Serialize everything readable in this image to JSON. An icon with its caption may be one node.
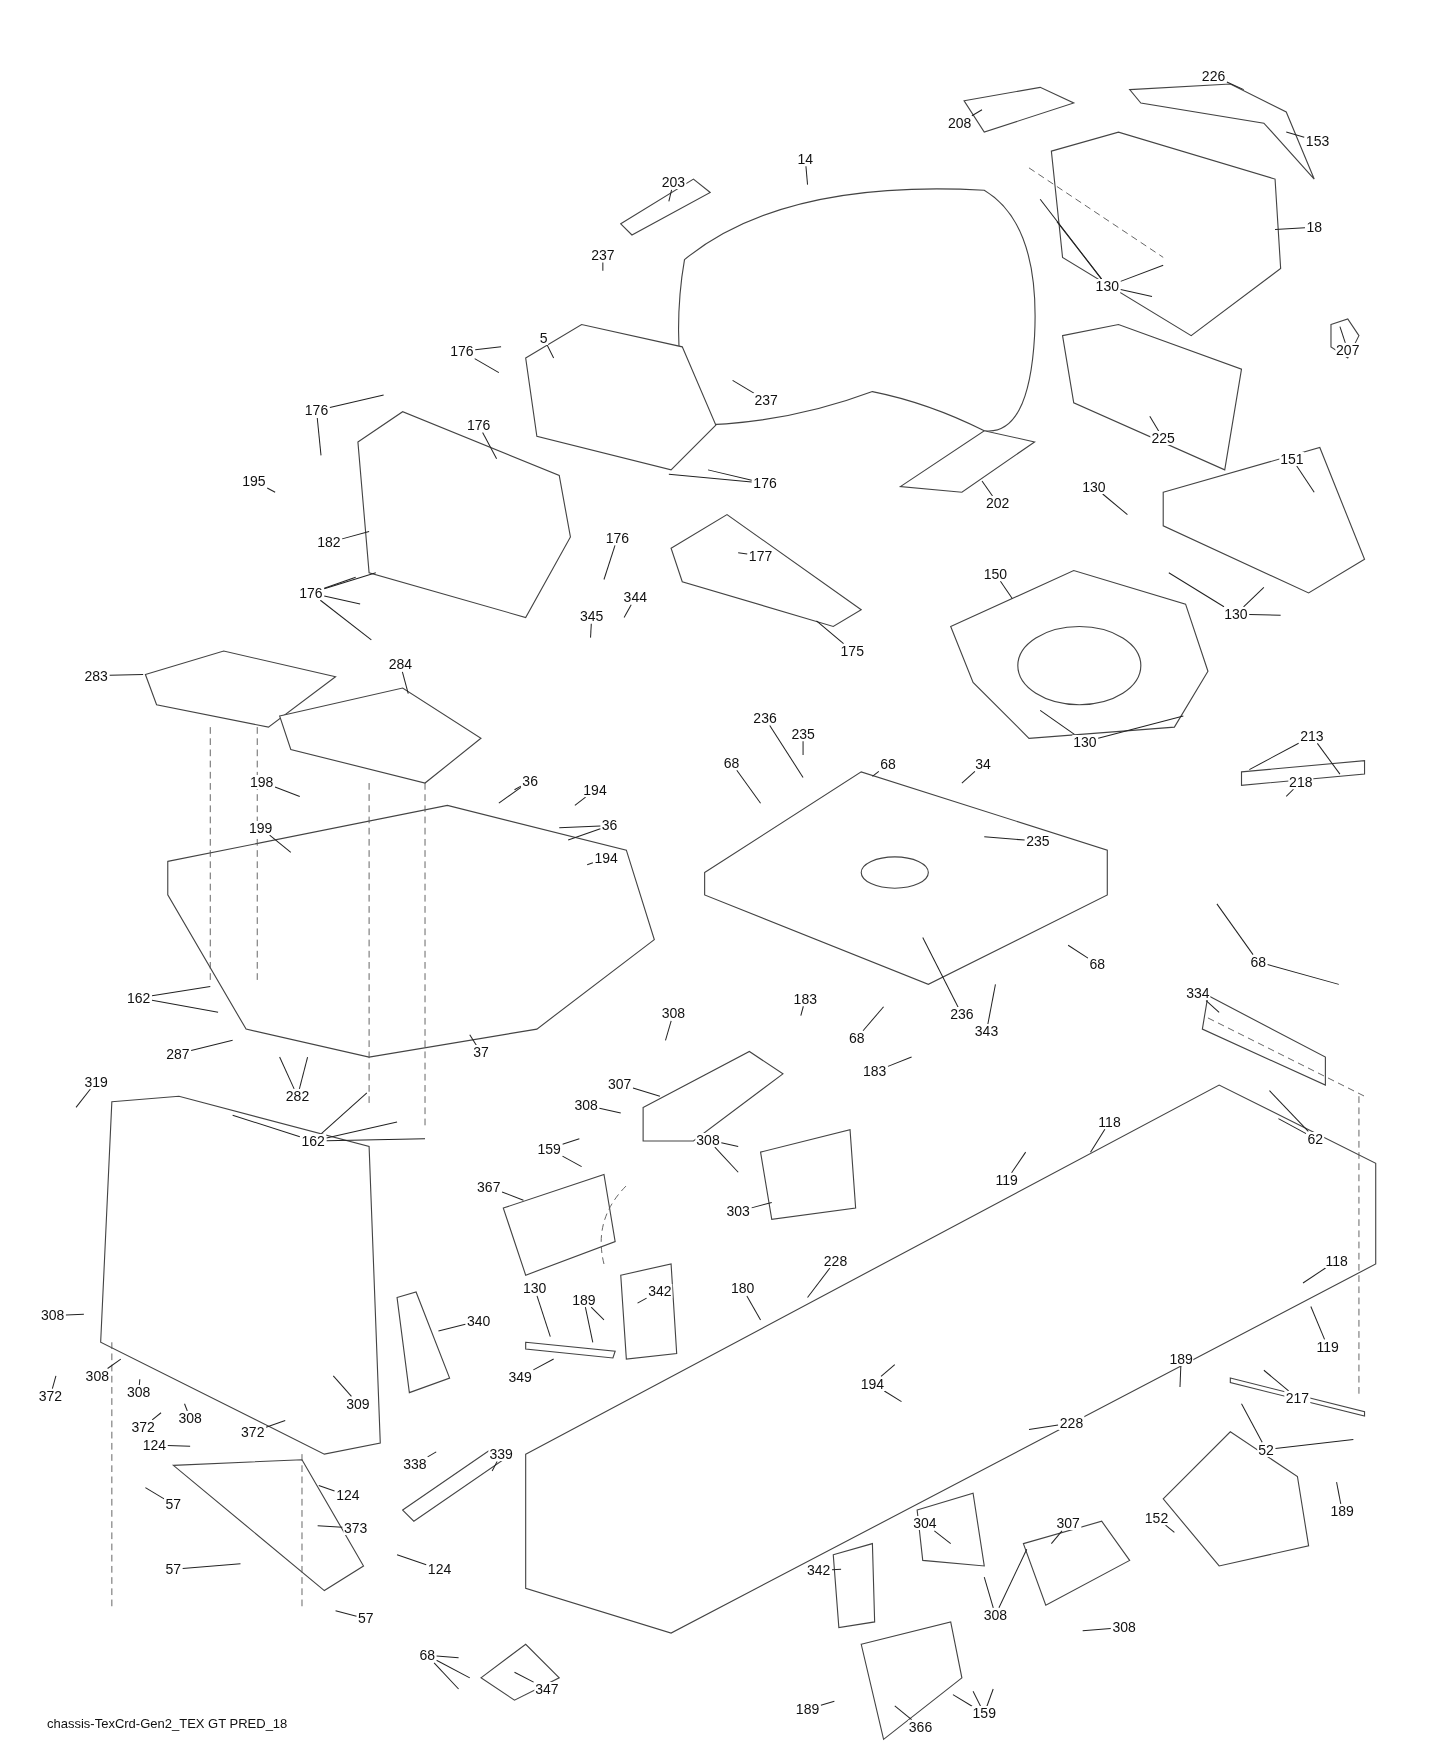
{
  "diagram": {
    "nodes": [
      {
        "text": [
          "208"
        ]
      },
      {
        "text": [
          "226"
        ]
      },
      {
        "text": [
          "153"
        ]
      },
      {
        "text": [
          "203"
        ]
      },
      {
        "text": [
          "14"
        ]
      },
      {
        "text": [
          "18"
        ]
      },
      {
        "text": [
          "237"
        ]
      },
      {
        "text": [
          "130"
        ]
      },
      {
        "text": [
          "207"
        ]
      },
      {
        "text": [
          "5"
        ]
      },
      {
        "text": [
          "176"
        ]
      },
      {
        "text": [
          "237"
        ]
      },
      {
        "text": [
          "176"
        ]
      },
      {
        "text": [
          "176"
        ]
      },
      {
        "text": [
          "176"
        ]
      },
      {
        "text": [
          "195"
        ]
      },
      {
        "text": [
          "225"
        ]
      },
      {
        "text": [
          "182"
        ]
      },
      {
        "text": [
          "202"
        ]
      },
      {
        "text": [
          "151"
        ]
      },
      {
        "text": [
          "130"
        ]
      },
      {
        "text": [
          "176"
        ]
      },
      {
        "text": [
          "177"
        ]
      },
      {
        "text": [
          "176"
        ]
      },
      {
        "text": [
          "175"
        ]
      },
      {
        "text": [
          "130"
        ]
      },
      {
        "text": [
          "150"
        ]
      },
      {
        "text": [
          "345"
        ]
      },
      {
        "text": [
          "344"
        ]
      },
      {
        "text": [
          "283"
        ]
      },
      {
        "text": [
          "284"
        ]
      },
      {
        "text": [
          "130"
        ]
      },
      {
        "text": [
          "213"
        ]
      },
      {
        "text": [
          "235"
        ]
      },
      {
        "text": [
          "236"
        ]
      },
      {
        "text": [
          "68"
        ]
      },
      {
        "text": [
          "68"
        ]
      },
      {
        "text": [
          "34"
        ]
      },
      {
        "text": [
          "198"
        ]
      },
      {
        "text": [
          "194"
        ]
      },
      {
        "text": [
          "36"
        ]
      },
      {
        "text": [
          "36"
        ]
      },
      {
        "text": [
          "194"
        ]
      },
      {
        "text": [
          "199"
        ]
      },
      {
        "text": [
          "218"
        ]
      },
      {
        "text": [
          "235"
        ]
      },
      {
        "text": [
          "68"
        ]
      },
      {
        "text": [
          "68"
        ]
      },
      {
        "text": [
          "343"
        ]
      },
      {
        "text": [
          "236"
        ]
      },
      {
        "text": [
          "162"
        ]
      },
      {
        "text": [
          "183"
        ]
      },
      {
        "text": [
          "68"
        ]
      },
      {
        "text": [
          "287"
        ]
      },
      {
        "text": [
          "37"
        ]
      },
      {
        "text": [
          "183"
        ]
      },
      {
        "text": [
          "334"
        ]
      },
      {
        "text": [
          "308"
        ]
      },
      {
        "text": [
          "282"
        ]
      },
      {
        "text": [
          "319"
        ]
      },
      {
        "text": [
          "307"
        ]
      },
      {
        "text": [
          "308"
        ]
      },
      {
        "text": [
          "162"
        ]
      },
      {
        "text": [
          "308"
        ]
      },
      {
        "text": [
          "62"
        ]
      },
      {
        "text": [
          "118"
        ]
      },
      {
        "text": [
          "119"
        ]
      },
      {
        "text": [
          "159"
        ]
      },
      {
        "text": [
          "367"
        ]
      },
      {
        "text": [
          "303"
        ]
      },
      {
        "text": [
          "228"
        ]
      },
      {
        "text": [
          "118"
        ]
      },
      {
        "text": [
          "180"
        ]
      },
      {
        "text": [
          "130"
        ]
      },
      {
        "text": [
          "189"
        ]
      },
      {
        "text": [
          "342"
        ]
      },
      {
        "text": [
          "308"
        ]
      },
      {
        "text": [
          "340"
        ]
      },
      {
        "text": [
          "119"
        ]
      },
      {
        "text": [
          "349"
        ]
      },
      {
        "text": [
          "308"
        ]
      },
      {
        "text": [
          "194"
        ]
      },
      {
        "text": [
          "372"
        ]
      },
      {
        "text": [
          "308"
        ]
      },
      {
        "text": [
          "217"
        ]
      },
      {
        "text": [
          "189"
        ]
      },
      {
        "text": [
          "372"
        ]
      },
      {
        "text": [
          "308"
        ]
      },
      {
        "text": [
          "309"
        ]
      },
      {
        "text": [
          "52"
        ]
      },
      {
        "text": [
          "372"
        ]
      },
      {
        "text": [
          "228"
        ]
      },
      {
        "text": [
          "124"
        ]
      },
      {
        "text": [
          "339"
        ]
      },
      {
        "text": [
          "338"
        ]
      },
      {
        "text": [
          "124"
        ]
      },
      {
        "text": [
          "57"
        ]
      },
      {
        "text": [
          "373"
        ]
      },
      {
        "text": [
          "304"
        ]
      },
      {
        "text": [
          "307"
        ]
      },
      {
        "text": [
          "152"
        ]
      },
      {
        "text": [
          "57"
        ]
      },
      {
        "text": [
          "124"
        ]
      },
      {
        "text": [
          "342"
        ]
      },
      {
        "text": [
          "57"
        ]
      },
      {
        "text": [
          "189"
        ]
      },
      {
        "text": [
          "308"
        ]
      },
      {
        "text": [
          "308"
        ]
      },
      {
        "text": [
          "68"
        ]
      },
      {
        "text": [
          "347"
        ]
      },
      {
        "text": [
          "189"
        ]
      },
      {
        "text": [
          "159"
        ]
      },
      {
        "text": [
          "366"
        ]
      }
    ],
    "edges": [
      {
        "from": 0,
        "to": null,
        "arrow": "none"
      },
      {
        "from": 1,
        "to": null,
        "arrow": "none"
      },
      {
        "from": 2,
        "to": null,
        "arrow": "none"
      },
      {
        "from": 3,
        "to": null,
        "arrow": "none"
      },
      {
        "from": 4,
        "to": null,
        "arrow": "none"
      },
      {
        "from": 5,
        "to": null,
        "arrow": "none"
      },
      {
        "from": 6,
        "to": null,
        "arrow": "none"
      },
      {
        "from": 7,
        "to": null,
        "arrow": "none"
      },
      {
        "from": 7,
        "to": null,
        "arrow": "none"
      },
      {
        "from": 7,
        "to": null,
        "arrow": "none"
      },
      {
        "from": 7,
        "to": null,
        "arrow": "none"
      },
      {
        "from": 8,
        "to": null,
        "arrow": "none"
      },
      {
        "from": 9,
        "to": null,
        "arrow": "none"
      },
      {
        "from": 10,
        "to": null,
        "arrow": "none"
      },
      {
        "from": 10,
        "to": null,
        "arrow": "none"
      },
      {
        "from": 11,
        "to": null,
        "arrow": "none"
      },
      {
        "from": 12,
        "to": null,
        "arrow": "none"
      },
      {
        "from": 12,
        "to": null,
        "arrow": "none"
      },
      {
        "from": 13,
        "to": null,
        "arrow": "none"
      },
      {
        "from": 14,
        "to": null,
        "arrow": "none"
      },
      {
        "from": 14,
        "to": null,
        "arrow": "none"
      },
      {
        "from": 15,
        "to": null,
        "arrow": "none"
      },
      {
        "from": 16,
        "to": null,
        "arrow": "none"
      },
      {
        "from": 17,
        "to": null,
        "arrow": "none"
      },
      {
        "from": 18,
        "to": null,
        "arrow": "none"
      },
      {
        "from": 19,
        "to": null,
        "arrow": "none"
      },
      {
        "from": 20,
        "to": null,
        "arrow": "none"
      },
      {
        "from": 21,
        "to": null,
        "arrow": "none"
      },
      {
        "from": 22,
        "to": null,
        "arrow": "none"
      },
      {
        "from": 23,
        "to": null,
        "arrow": "none"
      },
      {
        "from": 23,
        "to": null,
        "arrow": "none"
      },
      {
        "from": 23,
        "to": null,
        "arrow": "none"
      },
      {
        "from": 23,
        "to": null,
        "arrow": "none"
      },
      {
        "from": 24,
        "to": null,
        "arrow": "none"
      },
      {
        "from": 25,
        "to": null,
        "arrow": "none"
      },
      {
        "from": 25,
        "to": null,
        "arrow": "none"
      },
      {
        "from": 25,
        "to": null,
        "arrow": "none"
      },
      {
        "from": 26,
        "to": null,
        "arrow": "none"
      },
      {
        "from": 27,
        "to": null,
        "arrow": "none"
      },
      {
        "from": 28,
        "to": null,
        "arrow": "none"
      },
      {
        "from": 29,
        "to": null,
        "arrow": "none"
      },
      {
        "from": 30,
        "to": null,
        "arrow": "none"
      },
      {
        "from": 31,
        "to": null,
        "arrow": "none"
      },
      {
        "from": 31,
        "to": null,
        "arrow": "none"
      },
      {
        "from": 32,
        "to": null,
        "arrow": "none"
      },
      {
        "from": 32,
        "to": null,
        "arrow": "none"
      },
      {
        "from": 33,
        "to": null,
        "arrow": "none"
      },
      {
        "from": 34,
        "to": null,
        "arrow": "none"
      },
      {
        "from": 35,
        "to": null,
        "arrow": "none"
      },
      {
        "from": 36,
        "to": null,
        "arrow": "none"
      },
      {
        "from": 37,
        "to": null,
        "arrow": "none"
      },
      {
        "from": 38,
        "to": null,
        "arrow": "none"
      },
      {
        "from": 39,
        "to": null,
        "arrow": "none"
      },
      {
        "from": 40,
        "to": null,
        "arrow": "none"
      },
      {
        "from": 40,
        "to": null,
        "arrow": "none"
      },
      {
        "from": 41,
        "to": null,
        "arrow": "none"
      },
      {
        "from": 41,
        "to": null,
        "arrow": "none"
      },
      {
        "from": 42,
        "to": null,
        "arrow": "none"
      },
      {
        "from": 43,
        "to": null,
        "arrow": "none"
      },
      {
        "from": 44,
        "to": null,
        "arrow": "none"
      },
      {
        "from": 45,
        "to": null,
        "arrow": "none"
      },
      {
        "from": 46,
        "to": null,
        "arrow": "none"
      },
      {
        "from": 46,
        "to": null,
        "arrow": "none"
      },
      {
        "from": 47,
        "to": null,
        "arrow": "none"
      },
      {
        "from": 48,
        "to": null,
        "arrow": "none"
      },
      {
        "from": 49,
        "to": null,
        "arrow": "none"
      },
      {
        "from": 50,
        "to": null,
        "arrow": "none"
      },
      {
        "from": 50,
        "to": null,
        "arrow": "none"
      },
      {
        "from": 51,
        "to": null,
        "arrow": "none"
      },
      {
        "from": 52,
        "to": null,
        "arrow": "none"
      },
      {
        "from": 53,
        "to": null,
        "arrow": "none"
      },
      {
        "from": 54,
        "to": null,
        "arrow": "none"
      },
      {
        "from": 55,
        "to": null,
        "arrow": "none"
      },
      {
        "from": 56,
        "to": null,
        "arrow": "none"
      },
      {
        "from": 57,
        "to": null,
        "arrow": "none"
      },
      {
        "from": 58,
        "to": null,
        "arrow": "none"
      },
      {
        "from": 58,
        "to": null,
        "arrow": "none"
      },
      {
        "from": 59,
        "to": null,
        "arrow": "none"
      },
      {
        "from": 60,
        "to": null,
        "arrow": "none"
      },
      {
        "from": 61,
        "to": null,
        "arrow": "none"
      },
      {
        "from": 62,
        "to": null,
        "arrow": "none"
      },
      {
        "from": 62,
        "to": null,
        "arrow": "none"
      },
      {
        "from": 62,
        "to": null,
        "arrow": "none"
      },
      {
        "from": 62,
        "to": null,
        "arrow": "none"
      },
      {
        "from": 63,
        "to": null,
        "arrow": "none"
      },
      {
        "from": 63,
        "to": null,
        "arrow": "none"
      },
      {
        "from": 64,
        "to": null,
        "arrow": "none"
      },
      {
        "from": 64,
        "to": null,
        "arrow": "none"
      },
      {
        "from": 65,
        "to": null,
        "arrow": "none"
      },
      {
        "from": 66,
        "to": null,
        "arrow": "none"
      },
      {
        "from": 67,
        "to": null,
        "arrow": "none"
      },
      {
        "from": 67,
        "to": null,
        "arrow": "none"
      },
      {
        "from": 68,
        "to": null,
        "arrow": "none"
      },
      {
        "from": 69,
        "to": null,
        "arrow": "none"
      },
      {
        "from": 70,
        "to": null,
        "arrow": "none"
      },
      {
        "from": 71,
        "to": null,
        "arrow": "none"
      },
      {
        "from": 72,
        "to": null,
        "arrow": "none"
      },
      {
        "from": 73,
        "to": null,
        "arrow": "none"
      },
      {
        "from": 74,
        "to": null,
        "arrow": "none"
      },
      {
        "from": 74,
        "to": null,
        "arrow": "none"
      },
      {
        "from": 75,
        "to": null,
        "arrow": "none"
      },
      {
        "from": 76,
        "to": null,
        "arrow": "none"
      },
      {
        "from": 77,
        "to": null,
        "arrow": "none"
      },
      {
        "from": 78,
        "to": null,
        "arrow": "none"
      },
      {
        "from": 79,
        "to": null,
        "arrow": "none"
      },
      {
        "from": 80,
        "to": null,
        "arrow": "none"
      },
      {
        "from": 81,
        "to": null,
        "arrow": "none"
      },
      {
        "from": 81,
        "to": null,
        "arrow": "none"
      },
      {
        "from": 82,
        "to": null,
        "arrow": "none"
      },
      {
        "from": 83,
        "to": null,
        "arrow": "none"
      },
      {
        "from": 84,
        "to": null,
        "arrow": "none"
      },
      {
        "from": 85,
        "to": null,
        "arrow": "none"
      },
      {
        "from": 86,
        "to": null,
        "arrow": "none"
      },
      {
        "from": 87,
        "to": null,
        "arrow": "none"
      },
      {
        "from": 88,
        "to": null,
        "arrow": "none"
      },
      {
        "from": 89,
        "to": null,
        "arrow": "none"
      },
      {
        "from": 89,
        "to": null,
        "arrow": "none"
      },
      {
        "from": 90,
        "to": null,
        "arrow": "none"
      },
      {
        "from": 91,
        "to": null,
        "arrow": "none"
      },
      {
        "from": 92,
        "to": null,
        "arrow": "none"
      },
      {
        "from": 93,
        "to": null,
        "arrow": "none"
      },
      {
        "from": 94,
        "to": null,
        "arrow": "none"
      },
      {
        "from": 95,
        "to": null,
        "arrow": "none"
      },
      {
        "from": 96,
        "to": null,
        "arrow": "none"
      },
      {
        "from": 97,
        "to": null,
        "arrow": "none"
      },
      {
        "from": 98,
        "to": null,
        "arrow": "none"
      },
      {
        "from": 99,
        "to": null,
        "arrow": "none"
      },
      {
        "from": 100,
        "to": null,
        "arrow": "none"
      },
      {
        "from": 101,
        "to": null,
        "arrow": "none"
      },
      {
        "from": 102,
        "to": null,
        "arrow": "none"
      },
      {
        "from": 103,
        "to": null,
        "arrow": "none"
      },
      {
        "from": 104,
        "to": null,
        "arrow": "none"
      },
      {
        "from": 105,
        "to": null,
        "arrow": "none"
      },
      {
        "from": 106,
        "to": null,
        "arrow": "none"
      },
      {
        "from": 106,
        "to": null,
        "arrow": "none"
      },
      {
        "from": 107,
        "to": null,
        "arrow": "none"
      },
      {
        "from": 108,
        "to": null,
        "arrow": "none"
      },
      {
        "from": 108,
        "to": null,
        "arrow": "none"
      },
      {
        "from": 108,
        "to": null,
        "arrow": "none"
      },
      {
        "from": 109,
        "to": null,
        "arrow": "none"
      },
      {
        "from": 110,
        "to": null,
        "arrow": "none"
      },
      {
        "from": 111,
        "to": null,
        "arrow": "none"
      },
      {
        "from": 111,
        "to": null,
        "arrow": "none"
      },
      {
        "from": 111,
        "to": null,
        "arrow": "none"
      },
      {
        "from": 112,
        "to": null,
        "arrow": "none"
      }
    ],
    "labels": [
      "chassis-TexCrd-Gen2_TEX GT PRED_18"
    ]
  }
}
